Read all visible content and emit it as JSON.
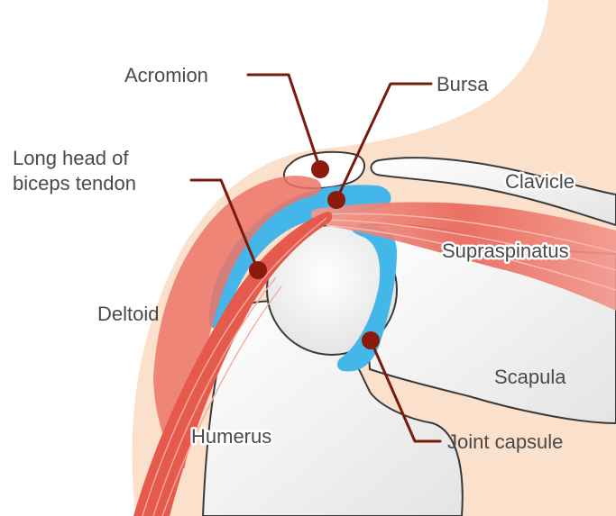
{
  "diagram": {
    "labels": {
      "acromion": "Acromion",
      "bursa": "Bursa",
      "long_head_line1": "Long head of",
      "long_head_line2": "biceps tendon",
      "clavicle": "Clavicle",
      "supraspinatus": "Supraspinatus",
      "deltoid": "Deltoid",
      "scapula": "Scapula",
      "humerus": "Humerus",
      "joint_capsule": "Joint capsule"
    },
    "colors": {
      "skin": "#fbe0cb",
      "bone": "#f1f1f1",
      "bone_outline": "#3a3a3a",
      "bursa_capsule": "#43b6ea",
      "muscle": "#ec7467",
      "leader": "#7a1a0c"
    }
  }
}
